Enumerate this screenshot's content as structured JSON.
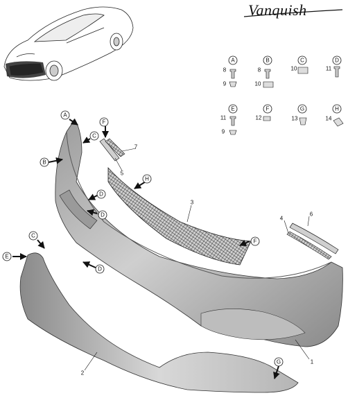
{
  "brand": {
    "logo_text": "Vanquish"
  },
  "fastener_key": [
    {
      "letter": "A",
      "parts": [
        "8",
        "9"
      ]
    },
    {
      "letter": "B",
      "parts": [
        "8",
        "10"
      ]
    },
    {
      "letter": "C",
      "parts": [
        "10"
      ]
    },
    {
      "letter": "D",
      "parts": [
        "11"
      ]
    },
    {
      "letter": "E",
      "parts": [
        "11",
        "9"
      ]
    },
    {
      "letter": "F",
      "parts": [
        "12"
      ]
    },
    {
      "letter": "G",
      "parts": [
        "13"
      ]
    },
    {
      "letter": "H",
      "parts": [
        "14"
      ]
    }
  ],
  "callouts": [
    "A",
    "B",
    "C",
    "D",
    "D",
    "D",
    "E",
    "C",
    "F",
    "F",
    "H",
    "G"
  ],
  "part_numbers": [
    "1",
    "2",
    "3",
    "4",
    "5",
    "6",
    "7"
  ],
  "colors": {
    "part_fill_light": "#e6e6e6",
    "part_fill_mid": "#a8a8a8",
    "part_fill_dark": "#6f6f6f",
    "line": "#111111"
  }
}
